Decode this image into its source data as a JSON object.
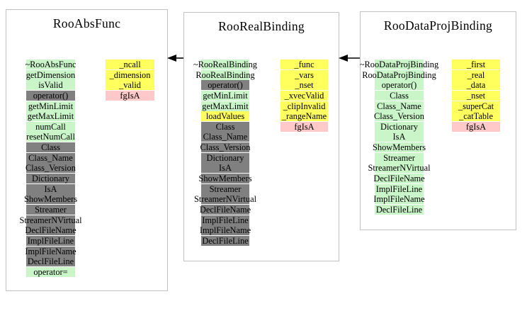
{
  "diagram": {
    "colors": {
      "green": "#c9f5c9",
      "gray": "#808080",
      "yellow": "#ffff5e",
      "pink": "#ffc9c9",
      "border": "#c2c2c2",
      "arrow": "#000000"
    },
    "classes": [
      {
        "title": "RooAbsFunc",
        "columns": [
          {
            "items": [
              {
                "label": "~RooAbsFunc",
                "color": "green"
              },
              {
                "label": "getDimension",
                "color": "green"
              },
              {
                "label": "isValid",
                "color": "green"
              },
              {
                "label": "operator()",
                "color": "gray"
              },
              {
                "label": "getMinLimit",
                "color": "green"
              },
              {
                "label": "getMaxLimit",
                "color": "green"
              },
              {
                "label": "numCall",
                "color": "green"
              },
              {
                "label": "resetNumCall",
                "color": "green"
              },
              {
                "label": "Class",
                "color": "gray"
              },
              {
                "label": "Class_Name",
                "color": "gray"
              },
              {
                "label": "Class_Version",
                "color": "gray"
              },
              {
                "label": "Dictionary",
                "color": "gray"
              },
              {
                "label": "IsA",
                "color": "gray"
              },
              {
                "label": "ShowMembers",
                "color": "gray"
              },
              {
                "label": "Streamer",
                "color": "gray"
              },
              {
                "label": "StreamerNVirtual",
                "color": "gray"
              },
              {
                "label": "DeclFileName",
                "color": "gray"
              },
              {
                "label": "ImplFileLine",
                "color": "gray"
              },
              {
                "label": "ImplFileName",
                "color": "gray"
              },
              {
                "label": "DeclFileLine",
                "color": "gray"
              },
              {
                "label": "operator=",
                "color": "green"
              }
            ]
          },
          {
            "items": [
              {
                "label": "_ncall",
                "color": "yellow"
              },
              {
                "label": "_dimension",
                "color": "yellow"
              },
              {
                "label": "_valid",
                "color": "yellow"
              },
              {
                "label": "fgIsA",
                "color": "pink"
              }
            ]
          }
        ]
      },
      {
        "title": "RooRealBinding",
        "columns": [
          {
            "items": [
              {
                "label": "~RooRealBinding",
                "color": "green"
              },
              {
                "label": "RooRealBinding",
                "color": "green"
              },
              {
                "label": "operator()",
                "color": "gray"
              },
              {
                "label": "getMinLimit",
                "color": "green"
              },
              {
                "label": "getMaxLimit",
                "color": "green"
              },
              {
                "label": "loadValues",
                "color": "yellow"
              },
              {
                "label": "Class",
                "color": "gray"
              },
              {
                "label": "Class_Name",
                "color": "gray"
              },
              {
                "label": "Class_Version",
                "color": "gray"
              },
              {
                "label": "Dictionary",
                "color": "gray"
              },
              {
                "label": "IsA",
                "color": "gray"
              },
              {
                "label": "ShowMembers",
                "color": "gray"
              },
              {
                "label": "Streamer",
                "color": "gray"
              },
              {
                "label": "StreamerNVirtual",
                "color": "gray"
              },
              {
                "label": "DeclFileName",
                "color": "gray"
              },
              {
                "label": "ImplFileLine",
                "color": "gray"
              },
              {
                "label": "ImplFileName",
                "color": "gray"
              },
              {
                "label": "DeclFileLine",
                "color": "gray"
              }
            ]
          },
          {
            "items": [
              {
                "label": "_func",
                "color": "yellow"
              },
              {
                "label": "_vars",
                "color": "yellow"
              },
              {
                "label": "_nset",
                "color": "yellow"
              },
              {
                "label": "_xvecValid",
                "color": "yellow"
              },
              {
                "label": "_clipInvalid",
                "color": "yellow"
              },
              {
                "label": "_rangeName",
                "color": "yellow"
              },
              {
                "label": "fgIsA",
                "color": "pink"
              }
            ]
          }
        ]
      },
      {
        "title": "RooDataProjBinding",
        "columns": [
          {
            "items": [
              {
                "label": "~RooDataProjBinding",
                "color": "green"
              },
              {
                "label": "RooDataProjBinding",
                "color": "green"
              },
              {
                "label": "operator()",
                "color": "green"
              },
              {
                "label": "Class",
                "color": "green"
              },
              {
                "label": "Class_Name",
                "color": "green"
              },
              {
                "label": "Class_Version",
                "color": "green"
              },
              {
                "label": "Dictionary",
                "color": "green"
              },
              {
                "label": "IsA",
                "color": "green"
              },
              {
                "label": "ShowMembers",
                "color": "green"
              },
              {
                "label": "Streamer",
                "color": "green"
              },
              {
                "label": "StreamerNVirtual",
                "color": "green"
              },
              {
                "label": "DeclFileName",
                "color": "green"
              },
              {
                "label": "ImplFileLine",
                "color": "green"
              },
              {
                "label": "ImplFileName",
                "color": "green"
              },
              {
                "label": "DeclFileLine",
                "color": "green"
              }
            ]
          },
          {
            "items": [
              {
                "label": "_first",
                "color": "yellow"
              },
              {
                "label": "_real",
                "color": "yellow"
              },
              {
                "label": "_data",
                "color": "yellow"
              },
              {
                "label": "_nset",
                "color": "yellow"
              },
              {
                "label": "_superCat",
                "color": "yellow"
              },
              {
                "label": "_catTable",
                "color": "yellow"
              },
              {
                "label": "fgIsA",
                "color": "pink"
              }
            ]
          }
        ]
      }
    ],
    "arrows": [
      {
        "from": "RooRealBinding",
        "to": "RooAbsFunc",
        "direction": "left"
      },
      {
        "from": "RooDataProjBinding",
        "to": "RooRealBinding",
        "direction": "left"
      }
    ]
  }
}
